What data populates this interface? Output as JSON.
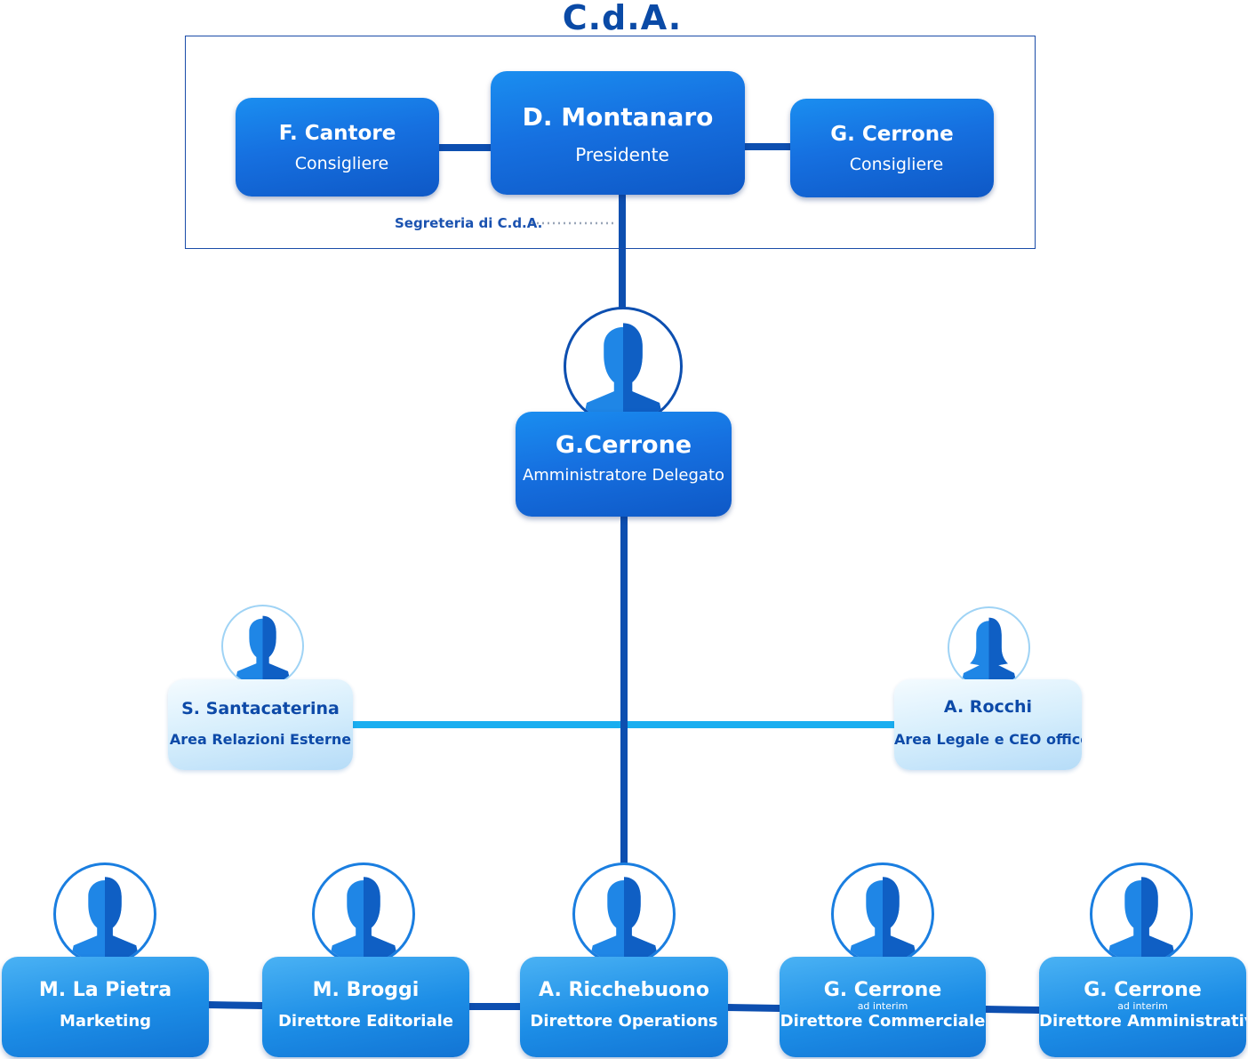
{
  "title": "C.d.A.",
  "board": {
    "secretariat": "Segreteria di  C.d.A.",
    "members": [
      {
        "name": "F. Cantore",
        "role": "Consigliere"
      },
      {
        "name": "D. Montanaro",
        "role": "Presidente"
      },
      {
        "name": "G. Cerrone",
        "role": "Consigliere"
      }
    ]
  },
  "ceo": {
    "name": "G.Cerrone",
    "role": "Amministratore Delegato"
  },
  "staff": [
    {
      "name": "S. Santacaterina",
      "role": "Area Relazioni Esterne"
    },
    {
      "name": "A. Rocchi",
      "role": "Area Legale e CEO office"
    }
  ],
  "directors": [
    {
      "name": "M. La Pietra",
      "note": "",
      "role": "Marketing"
    },
    {
      "name": "M. Broggi",
      "note": "",
      "role": "Direttore Editoriale"
    },
    {
      "name": "A. Ricchebuono",
      "note": "",
      "role": "Direttore Operations"
    },
    {
      "name": "G. Cerrone",
      "note": "ad interim",
      "role": "Direttore Commerciale"
    },
    {
      "name": "G. Cerrone",
      "note": "ad interim",
      "role": "Direttore Amministrativo"
    }
  ],
  "colors": {
    "line_dark": "#0d4fb0",
    "line_light": "#19aef0",
    "avatar_ring": "#1a7ee0",
    "avatar_ring_light": "#9fd3f5",
    "avatar_fill": "#1f86e6",
    "avatar_shade": "#0f5fc4"
  }
}
